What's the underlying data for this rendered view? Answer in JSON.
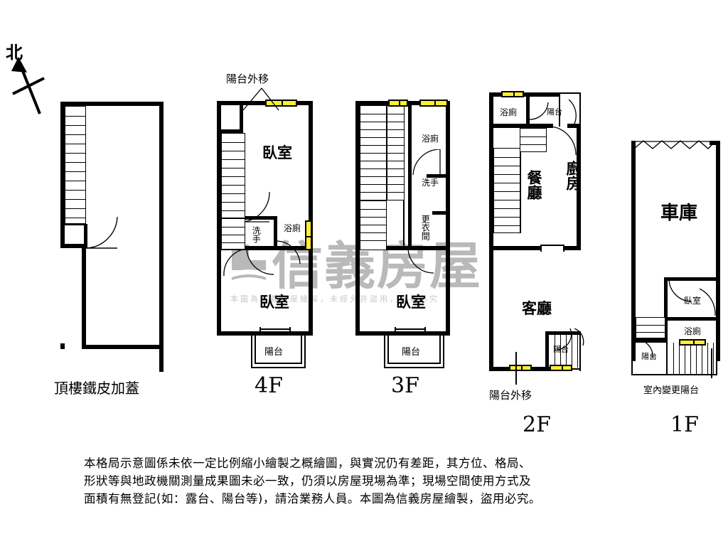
{
  "meta": {
    "orientation_label": "北",
    "watermark_logo": "信義房屋",
    "watermark_sub": "本圖為信義房屋繪製，未經允許盜用，違者必究"
  },
  "disclaimer": {
    "line1": "本格局示意圖係未依一定比例縮小繪製之概繪圖，與實況仍有差距，其方位、格局、",
    "line2": "形狀等與地政機關測量成果圖未必一致，仍須以房屋現場為準；現場空間使用方式及",
    "line3": "面積有無登記(如：露台、陽台等)，請洽業務人員。本圖為信義房屋繪製，盜用必究。"
  },
  "floors": [
    {
      "id": "roof",
      "caption": "頂樓鐵皮加蓋",
      "rooms": []
    },
    {
      "id": "4f",
      "caption": "4F",
      "top_note": "陽台外移",
      "rooms": [
        {
          "name": "臥室"
        },
        {
          "name": "洗手"
        },
        {
          "name": "浴廁"
        },
        {
          "name": "臥室"
        },
        {
          "name": "陽台"
        }
      ]
    },
    {
      "id": "3f",
      "caption": "3F",
      "rooms": [
        {
          "name": "浴廁"
        },
        {
          "name": "洗手"
        },
        {
          "name": "更衣間"
        },
        {
          "name": "臥室"
        },
        {
          "name": "陽台"
        }
      ]
    },
    {
      "id": "2f",
      "caption": "2F",
      "bottom_note": "陽台外移",
      "rooms": [
        {
          "name": "浴廁"
        },
        {
          "name": "陽台"
        },
        {
          "name": "餐廳"
        },
        {
          "name": "廚房"
        },
        {
          "name": "客廳"
        },
        {
          "name": "陽台"
        }
      ]
    },
    {
      "id": "1f",
      "caption": "1F",
      "bottom_note": "室內變更陽台",
      "rooms": [
        {
          "name": "車庫"
        },
        {
          "name": "臥室"
        },
        {
          "name": "浴廁"
        },
        {
          "name": "陽台"
        }
      ]
    }
  ],
  "colors": {
    "wall": "#000000",
    "window": "#ffef2e",
    "watermark": "#b9b9b9",
    "background": "#ffffff"
  }
}
